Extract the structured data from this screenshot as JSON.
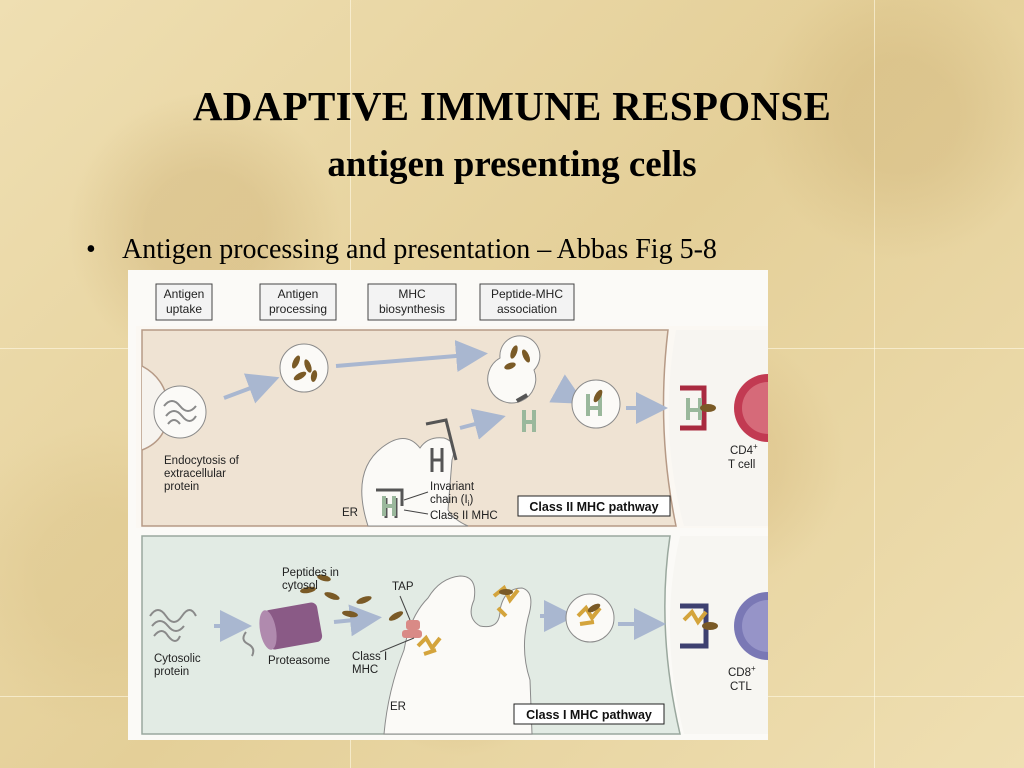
{
  "slide": {
    "title": "ADAPTIVE IMMUNE RESPONSE",
    "subtitle": "antigen presenting cells",
    "bullet": "•",
    "bullet_text": "Antigen processing and presentation – Abbas Fig 5-8"
  },
  "figure": {
    "stages": [
      {
        "line1": "Antigen",
        "line2": "uptake"
      },
      {
        "line1": "Antigen",
        "line2": "processing"
      },
      {
        "line1": "MHC",
        "line2": "biosynthesis"
      },
      {
        "line1": "Peptide-MHC",
        "line2": "association"
      }
    ],
    "class2": {
      "endocytosis": [
        "Endocytosis of",
        "extracellular",
        "protein"
      ],
      "invariant": [
        "Invariant",
        "chain (I",
        "i",
        ")"
      ],
      "class2_mhc": "Class II MHC",
      "er": "ER",
      "pathway": "Class II MHC pathway",
      "tcell_line1": "CD4",
      "tcell_sup": "+",
      "tcell_line2": "T cell"
    },
    "class1": {
      "peptides": [
        "Peptides in",
        "cytosol"
      ],
      "tap": "TAP",
      "cytosolic": [
        "Cytosolic",
        "protein"
      ],
      "proteasome": "Proteasome",
      "class1_mhc": [
        "Class I",
        "MHC"
      ],
      "er": "ER",
      "pathway": "Class I MHC pathway",
      "ctl_line1": "CD8",
      "ctl_sup": "+",
      "ctl_line2": "CTL"
    },
    "colors": {
      "top_panel": "#efe3d3",
      "bottom_panel": "#e2ebe4",
      "arrow": "#a9b7d0",
      "peptide": "#7a5a26",
      "class2": "#9ab89c",
      "class1": "#d4a43c",
      "tap": "#d98a86",
      "proteasome": "#8a5a86",
      "cd4": "#c23a52",
      "cd8": "#7a78b5"
    }
  }
}
